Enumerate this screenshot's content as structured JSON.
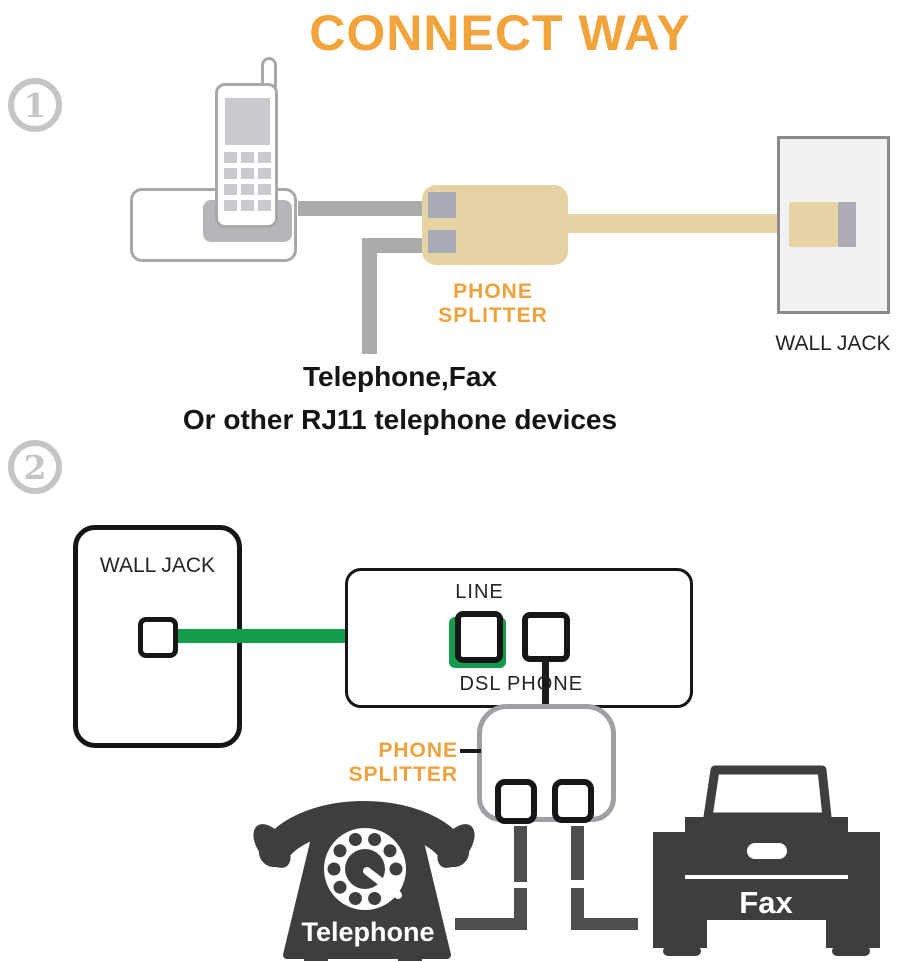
{
  "title": "CONNECT WAY",
  "colors": {
    "accent_orange": "#F2A43C",
    "splitter_tan": "#E6D2A2",
    "cable_gray": "#ABABAB",
    "cable_green": "#149B4E",
    "device_dark": "#3E3E40",
    "badge_gray": "#C5C5C5"
  },
  "step1": {
    "badge": "1",
    "phone_splitter_label": "PHONE SPLITTER",
    "wall_jack_label": "WALL JACK",
    "caption_line1": "Telephone,Fax",
    "caption_line2": "Or other RJ11 telephone devices"
  },
  "step2": {
    "badge": "2",
    "wall_jack_label": "WALL JACK",
    "line_port_label": "LINE",
    "dsl_port_label": "DSL",
    "phone_port_label": "PHONE",
    "phone_splitter_label": "PHONE SPLITTER",
    "telephone_label": "Telephone",
    "fax_label": "Fax"
  }
}
